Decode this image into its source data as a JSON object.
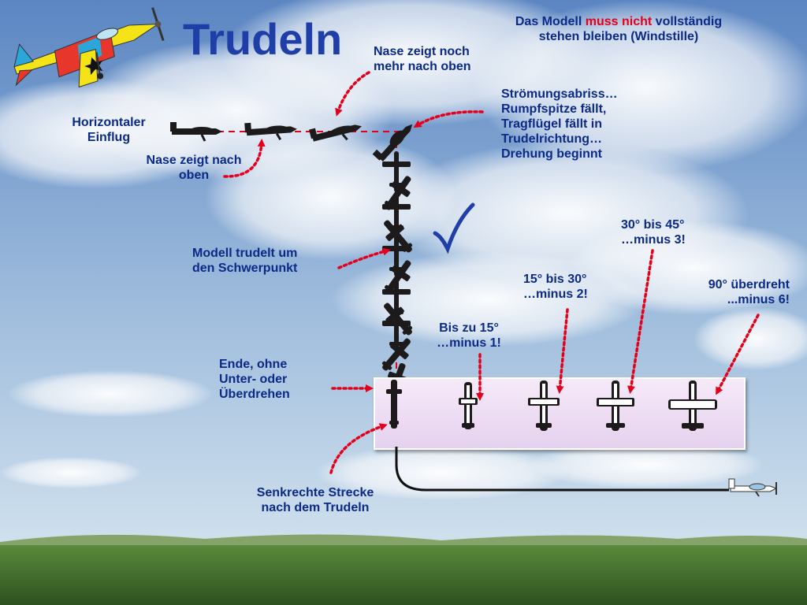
{
  "title": "Trudeln",
  "header_note": {
    "line1_pre": "Das Modell ",
    "line1_red": "muss nicht",
    "line1_post": " vollständig",
    "line2": "stehen bleiben (Windstille)"
  },
  "labels": {
    "horizontal_entry": [
      "Horizontaler",
      "Einflug"
    ],
    "nose_up": [
      "Nase zeigt nach",
      "oben"
    ],
    "nose_more_up": [
      "Nase zeigt noch",
      "mehr nach oben"
    ],
    "stall": [
      "Strömungsabriss…",
      "Rumpfspitze fällt,",
      "Tragflügel fällt in",
      "Trudelrichtung…",
      "Drehung beginnt"
    ],
    "spins_cg": [
      "Modell trudelt um",
      "den Schwerpunkt"
    ],
    "end": [
      "Ende, ohne",
      "Unter- oder",
      "Überdrehen"
    ],
    "vertical": [
      "Senkrechte Strecke",
      "nach dem Trudeln"
    ],
    "deduct_15": [
      "Bis zu 15°",
      "…minus 1!"
    ],
    "deduct_30": [
      "15° bis 30°",
      "…minus 2!"
    ],
    "deduct_45": [
      "30° bis 45°",
      "…minus 3!"
    ],
    "deduct_90": [
      "90° überdreht",
      "...minus 6!"
    ]
  },
  "check_mark": "✓",
  "colors": {
    "sky_top": "#5b86c2",
    "sky_bottom": "#c9dcec",
    "grass": "#3f6b2c",
    "text": "#0b2a86",
    "title": "#1f3ea8",
    "arrow": "#e4001b",
    "plane": "#1c1a1a"
  },
  "icons": [
    "aerobatic-plane-icon",
    "plane-silhouette-icon",
    "check-icon",
    "exit-plane-icon"
  ]
}
